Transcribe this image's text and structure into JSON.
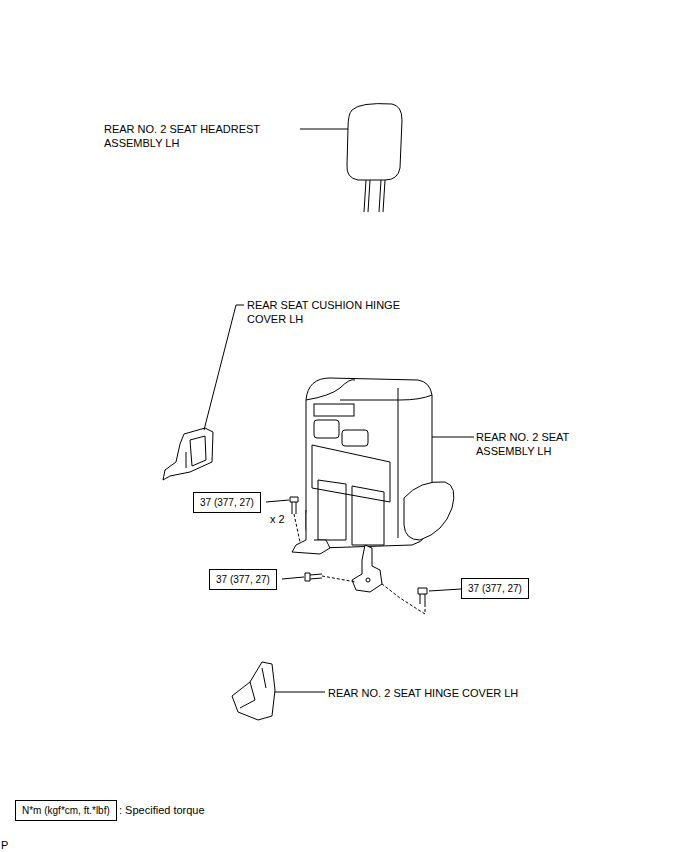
{
  "diagram": {
    "nodes": [
      {
        "text": [
          "37 (377, 27)"
        ]
      },
      {
        "text": [
          "37 (377, 27)"
        ]
      },
      {
        "text": [
          "37 (377, 27)"
        ]
      },
      {
        "text": [
          "N*m (kgf*cm, ft.*lbf)"
        ]
      }
    ],
    "labels": [
      "REAR NO. 2 SEAT HEADREST ASSEMBLY LH",
      "REAR SEAT CUSHION HINGE COVER LH",
      "REAR NO. 2 SEAT ASSEMBLY LH",
      "x 2",
      "REAR NO. 2 SEAT HINGE COVER LH",
      "P"
    ],
    "legend": [
      {
        "text": ": Specified torque"
      }
    ]
  }
}
